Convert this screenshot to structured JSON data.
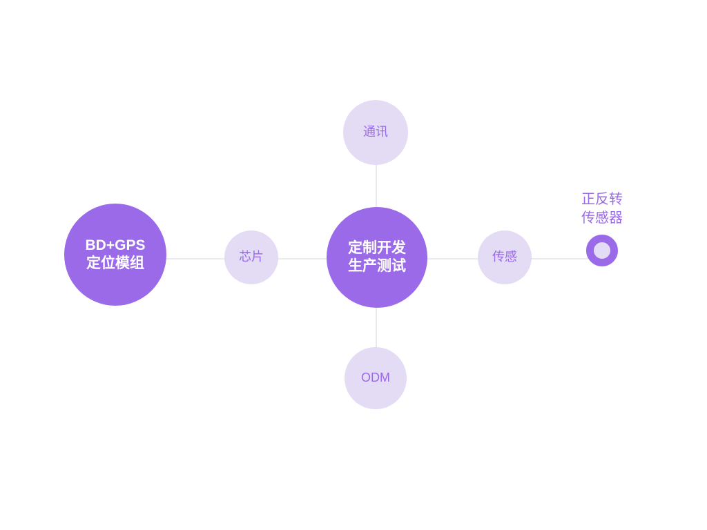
{
  "diagram": {
    "type": "radial-hub-and-spoke",
    "background_color": "#ffffff",
    "palette": {
      "hub_fill": "#9a6ae8",
      "hub_text": "#ffffff",
      "satellite_fill": "#e4dbf5",
      "satellite_text": "#9a6ae8",
      "connector_line": "#e9e9ee",
      "accent": "#9a6ae8"
    },
    "nodes": {
      "positioning_module": {
        "line1": "BD+GPS",
        "line2": "定位模组",
        "role": "hub"
      },
      "custom_development": {
        "line1": "定制开发",
        "line2": "生产测试",
        "role": "hub"
      },
      "chip": {
        "label": "芯片",
        "role": "satellite"
      },
      "sensing": {
        "label": "传感",
        "role": "satellite"
      },
      "communication": {
        "label": "通讯",
        "role": "satellite"
      },
      "odm": {
        "label": "ODM",
        "role": "satellite"
      }
    },
    "terminal": {
      "label": "正反转\n传感器",
      "icon": "ring-icon"
    },
    "connectors": [
      {
        "from": "positioning_module",
        "to": "chip",
        "orientation": "horizontal"
      },
      {
        "from": "chip",
        "to": "custom_development",
        "orientation": "horizontal"
      },
      {
        "from": "custom_development",
        "to": "sensing",
        "orientation": "horizontal"
      },
      {
        "from": "sensing",
        "to": "terminal",
        "orientation": "horizontal"
      },
      {
        "from": "communication",
        "to": "custom_development",
        "orientation": "vertical"
      },
      {
        "from": "custom_development",
        "to": "odm",
        "orientation": "vertical"
      }
    ]
  }
}
